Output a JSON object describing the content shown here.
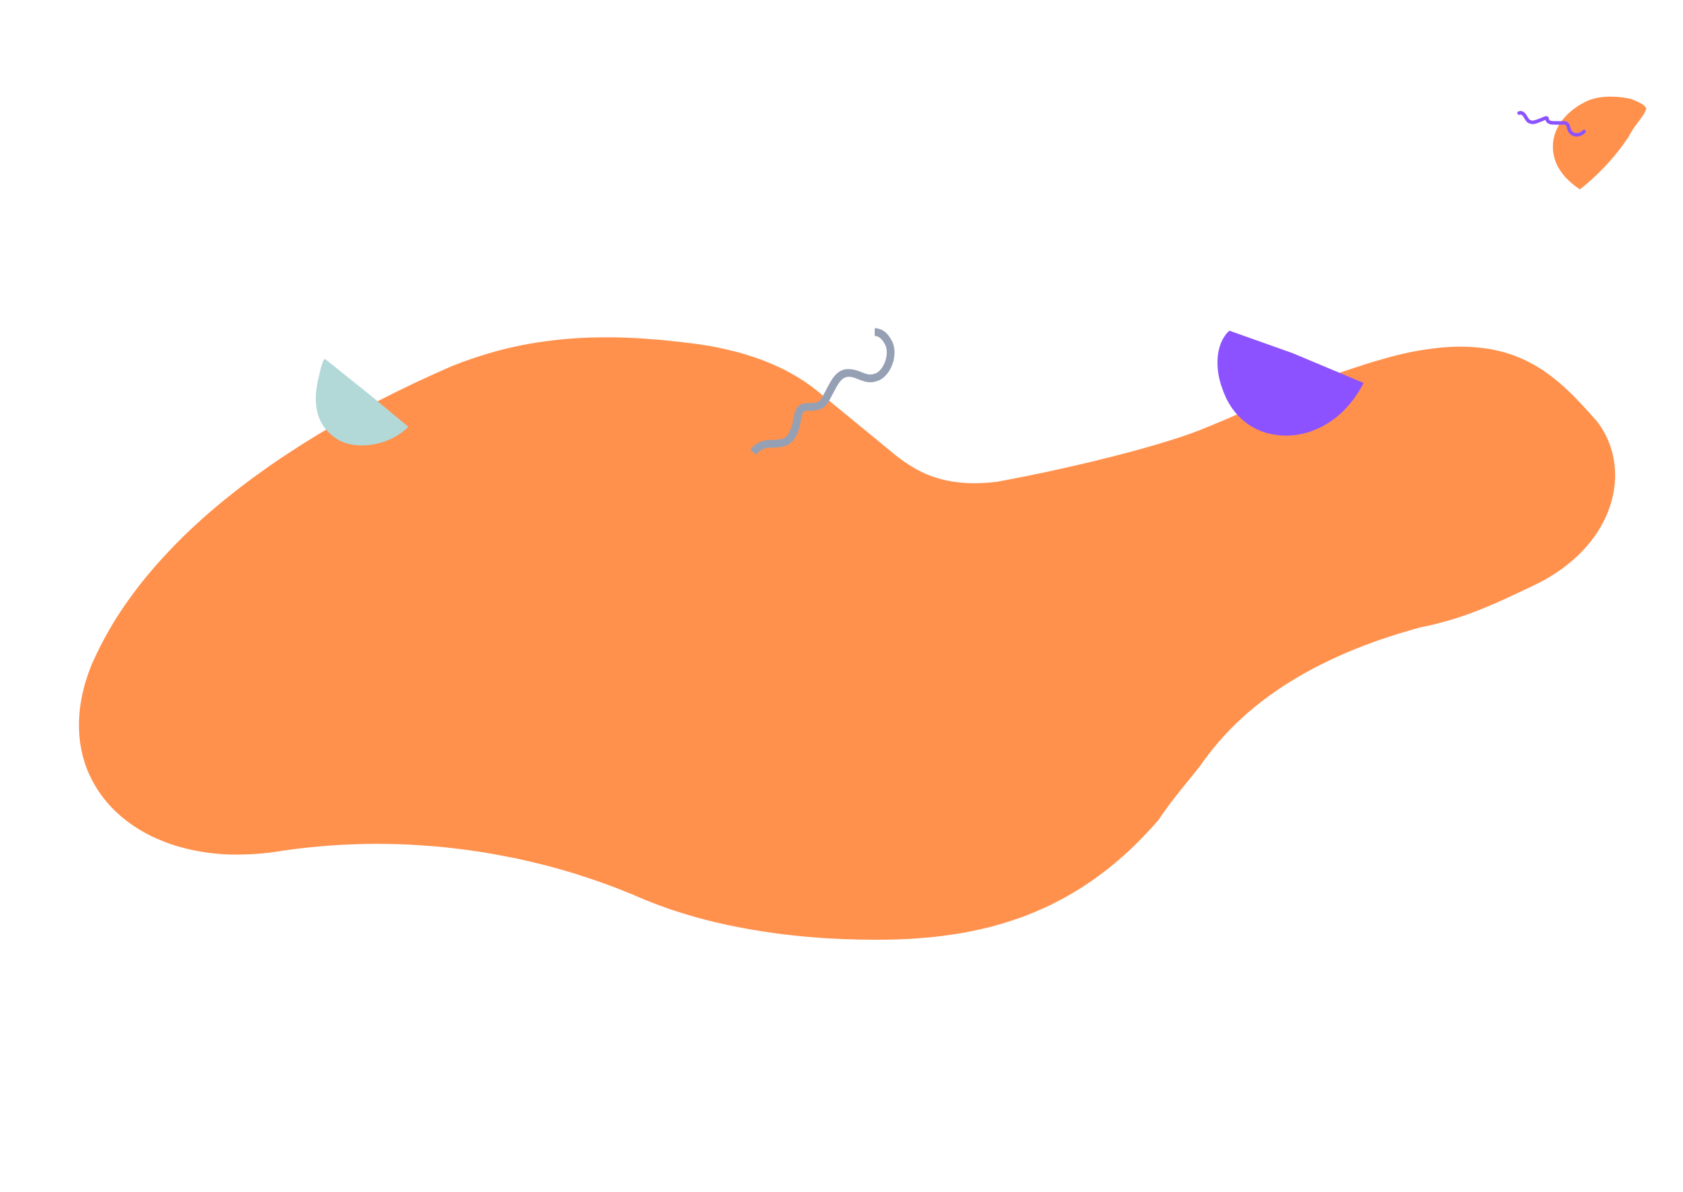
{
  "colors": {
    "background": "#FFFFFF",
    "main_blob": "#FF914D",
    "small_blob": "#FF914D",
    "teal_half_circle": "#B2D8D8",
    "purple_half_circle": "#8C52FF",
    "gray_squiggle": "#96A0B5",
    "purple_squiggle": "#8C52FF"
  },
  "shapes": [
    {
      "name": "main-orange-blob",
      "kind": "blob"
    },
    {
      "name": "small-orange-blob",
      "kind": "blob"
    },
    {
      "name": "teal-half-circle",
      "kind": "half-circle"
    },
    {
      "name": "purple-half-circle",
      "kind": "half-circle"
    },
    {
      "name": "gray-squiggle",
      "kind": "squiggle-line"
    },
    {
      "name": "purple-squiggle",
      "kind": "squiggle-line"
    }
  ]
}
